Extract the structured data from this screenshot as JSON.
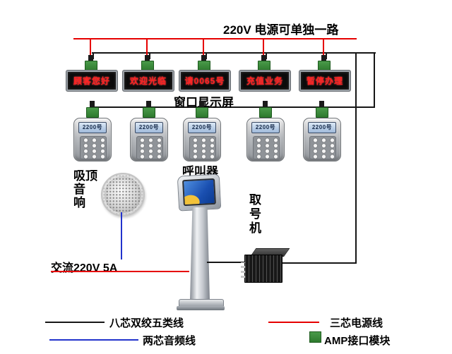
{
  "header": {
    "power_label": "220V  电源可单独一路"
  },
  "displays": {
    "caption": "窗口显示屏",
    "items": [
      {
        "text": "顾客您好"
      },
      {
        "text": "欢迎光临"
      },
      {
        "text": "请0065号"
      },
      {
        "text": "充值业务"
      },
      {
        "text": "暂停办理"
      }
    ]
  },
  "callers": {
    "caption": "呼叫器",
    "lcd_text": "2200号"
  },
  "speaker": {
    "label_lines": [
      "吸顶",
      "音",
      "响"
    ]
  },
  "kiosk": {
    "label": "取号机"
  },
  "power": {
    "ac_label": "交流220V 5A"
  },
  "legend": {
    "items": [
      {
        "label": "八芯双绞五类线",
        "swatch": "black-line"
      },
      {
        "label": "三芯电源线",
        "swatch": "red-line"
      },
      {
        "label": "两芯音频线",
        "swatch": "blue-line"
      },
      {
        "label": "AMP接口模块",
        "swatch": "green-square"
      }
    ]
  },
  "colors": {
    "power_line": "#e60000",
    "data_line": "#161616",
    "audio_line": "#2233cc",
    "amp_green": "#3c8a3c",
    "led_red": "#ff2020"
  }
}
